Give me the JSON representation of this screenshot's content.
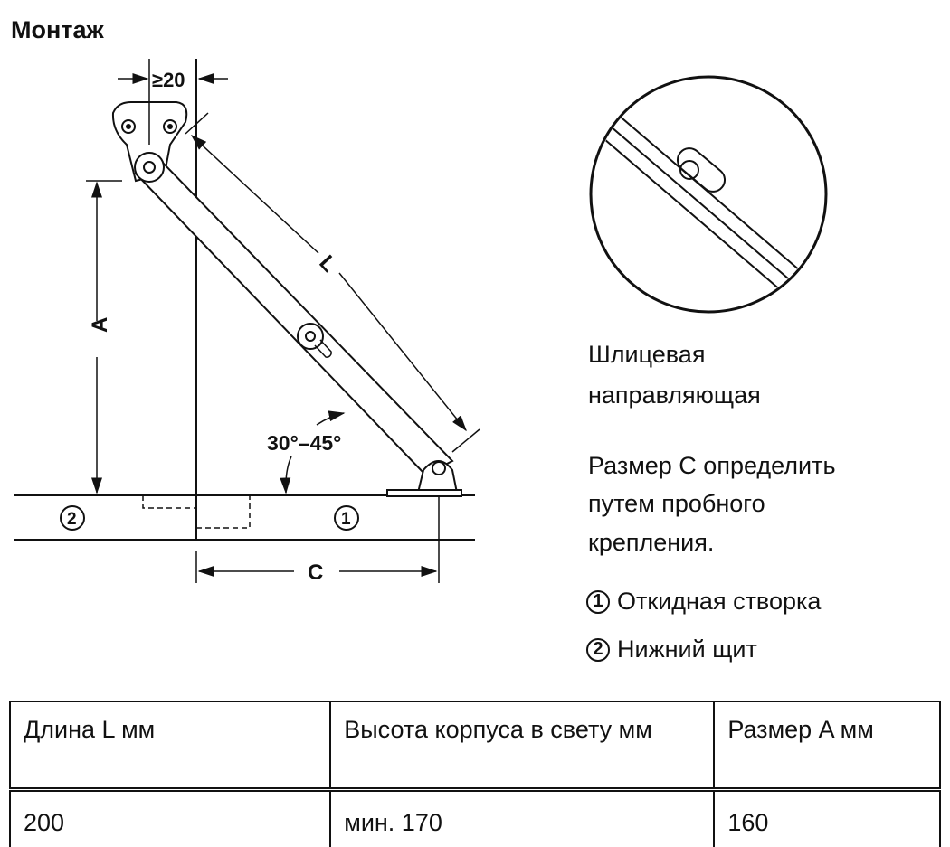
{
  "title": "Монтаж",
  "diagram": {
    "dim_min_offset": "≥20",
    "dim_A": "A",
    "dim_L": "L",
    "dim_C": "C",
    "angle": "30°–45°",
    "marker_1": "1",
    "marker_2": "2"
  },
  "detail": {
    "caption_lines": [
      "Шлицевая",
      "направляющая"
    ]
  },
  "note_lines": [
    "Размер C определить",
    "путем пробного",
    "крепления."
  ],
  "legend": [
    {
      "num": "1",
      "label": "Откидная створка"
    },
    {
      "num": "2",
      "label": "Нижний щит"
    }
  ],
  "table": {
    "headers": [
      "Длина L мм",
      "Высота корпуса в свету мм",
      "Размер A мм"
    ],
    "rows": [
      [
        "200",
        "мин. 170",
        "160"
      ]
    ]
  }
}
